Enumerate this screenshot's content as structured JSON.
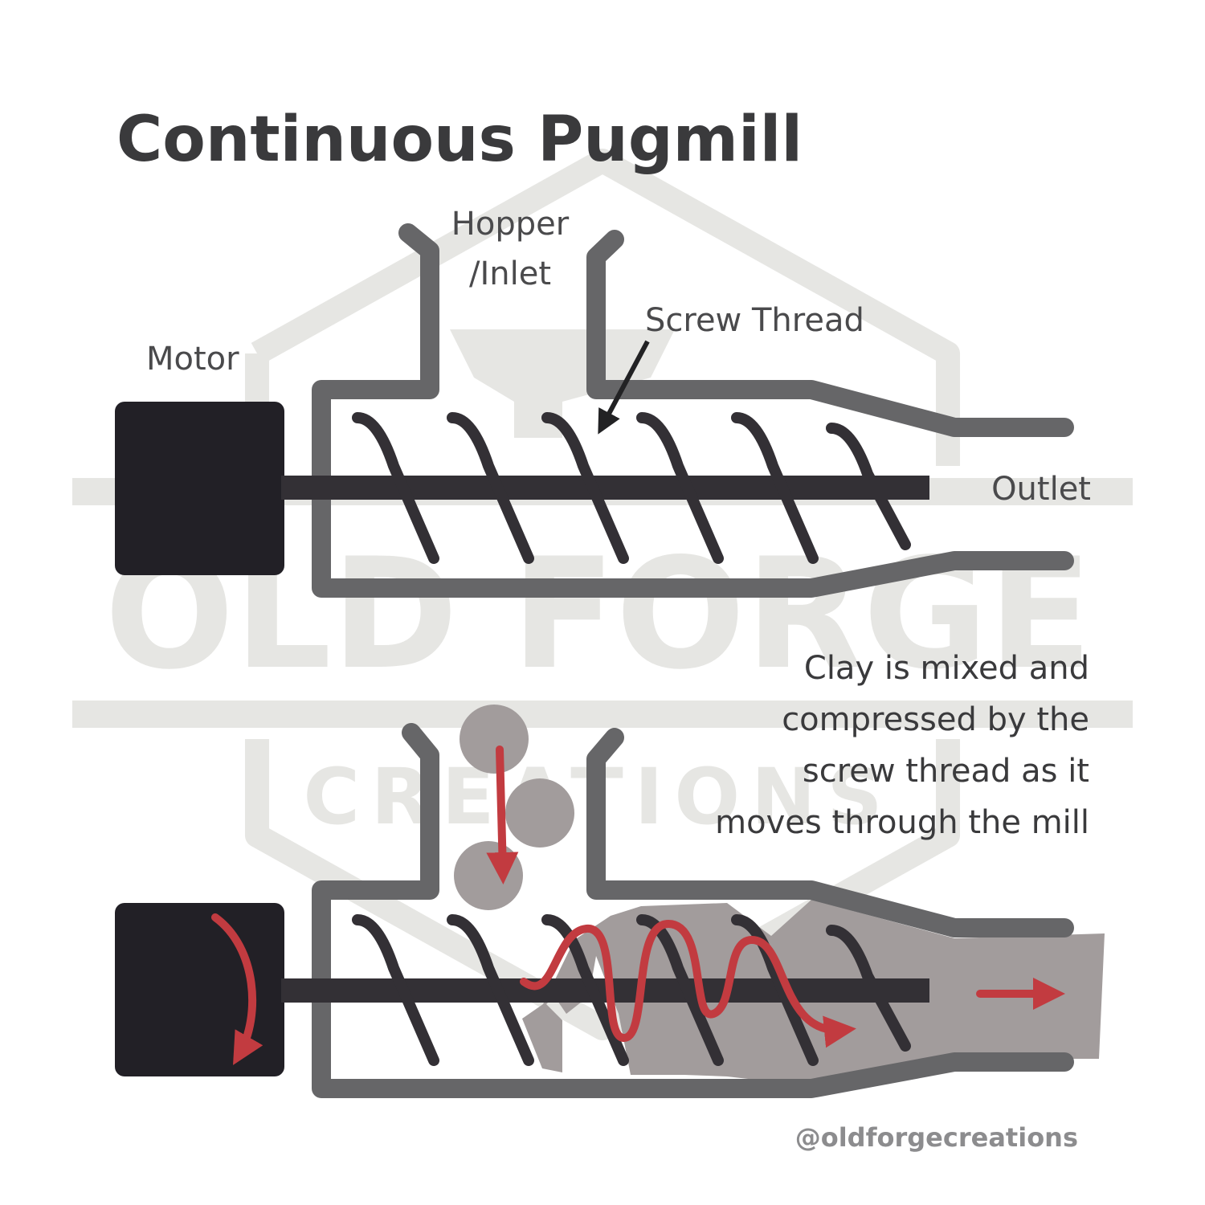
{
  "title": "Continuous Pugmill",
  "labels": {
    "hopper_line1": "Hopper",
    "hopper_line2": "/Inlet",
    "screw_thread": "Screw Thread",
    "motor": "Motor",
    "outlet": "Outlet"
  },
  "caption": [
    "Clay is mixed and",
    "compressed by the",
    "screw thread as it",
    "moves through the mill"
  ],
  "handle": "@oldforgecreations",
  "watermark": {
    "line1": "OLD FORGE",
    "line2": "CREATIONS"
  },
  "colors": {
    "casing": "#666668",
    "shaft_and_motor": "#333035",
    "clay": "#a29c9c",
    "flow_arrow": "#c23b40",
    "watermark": "#e6e6e3"
  }
}
